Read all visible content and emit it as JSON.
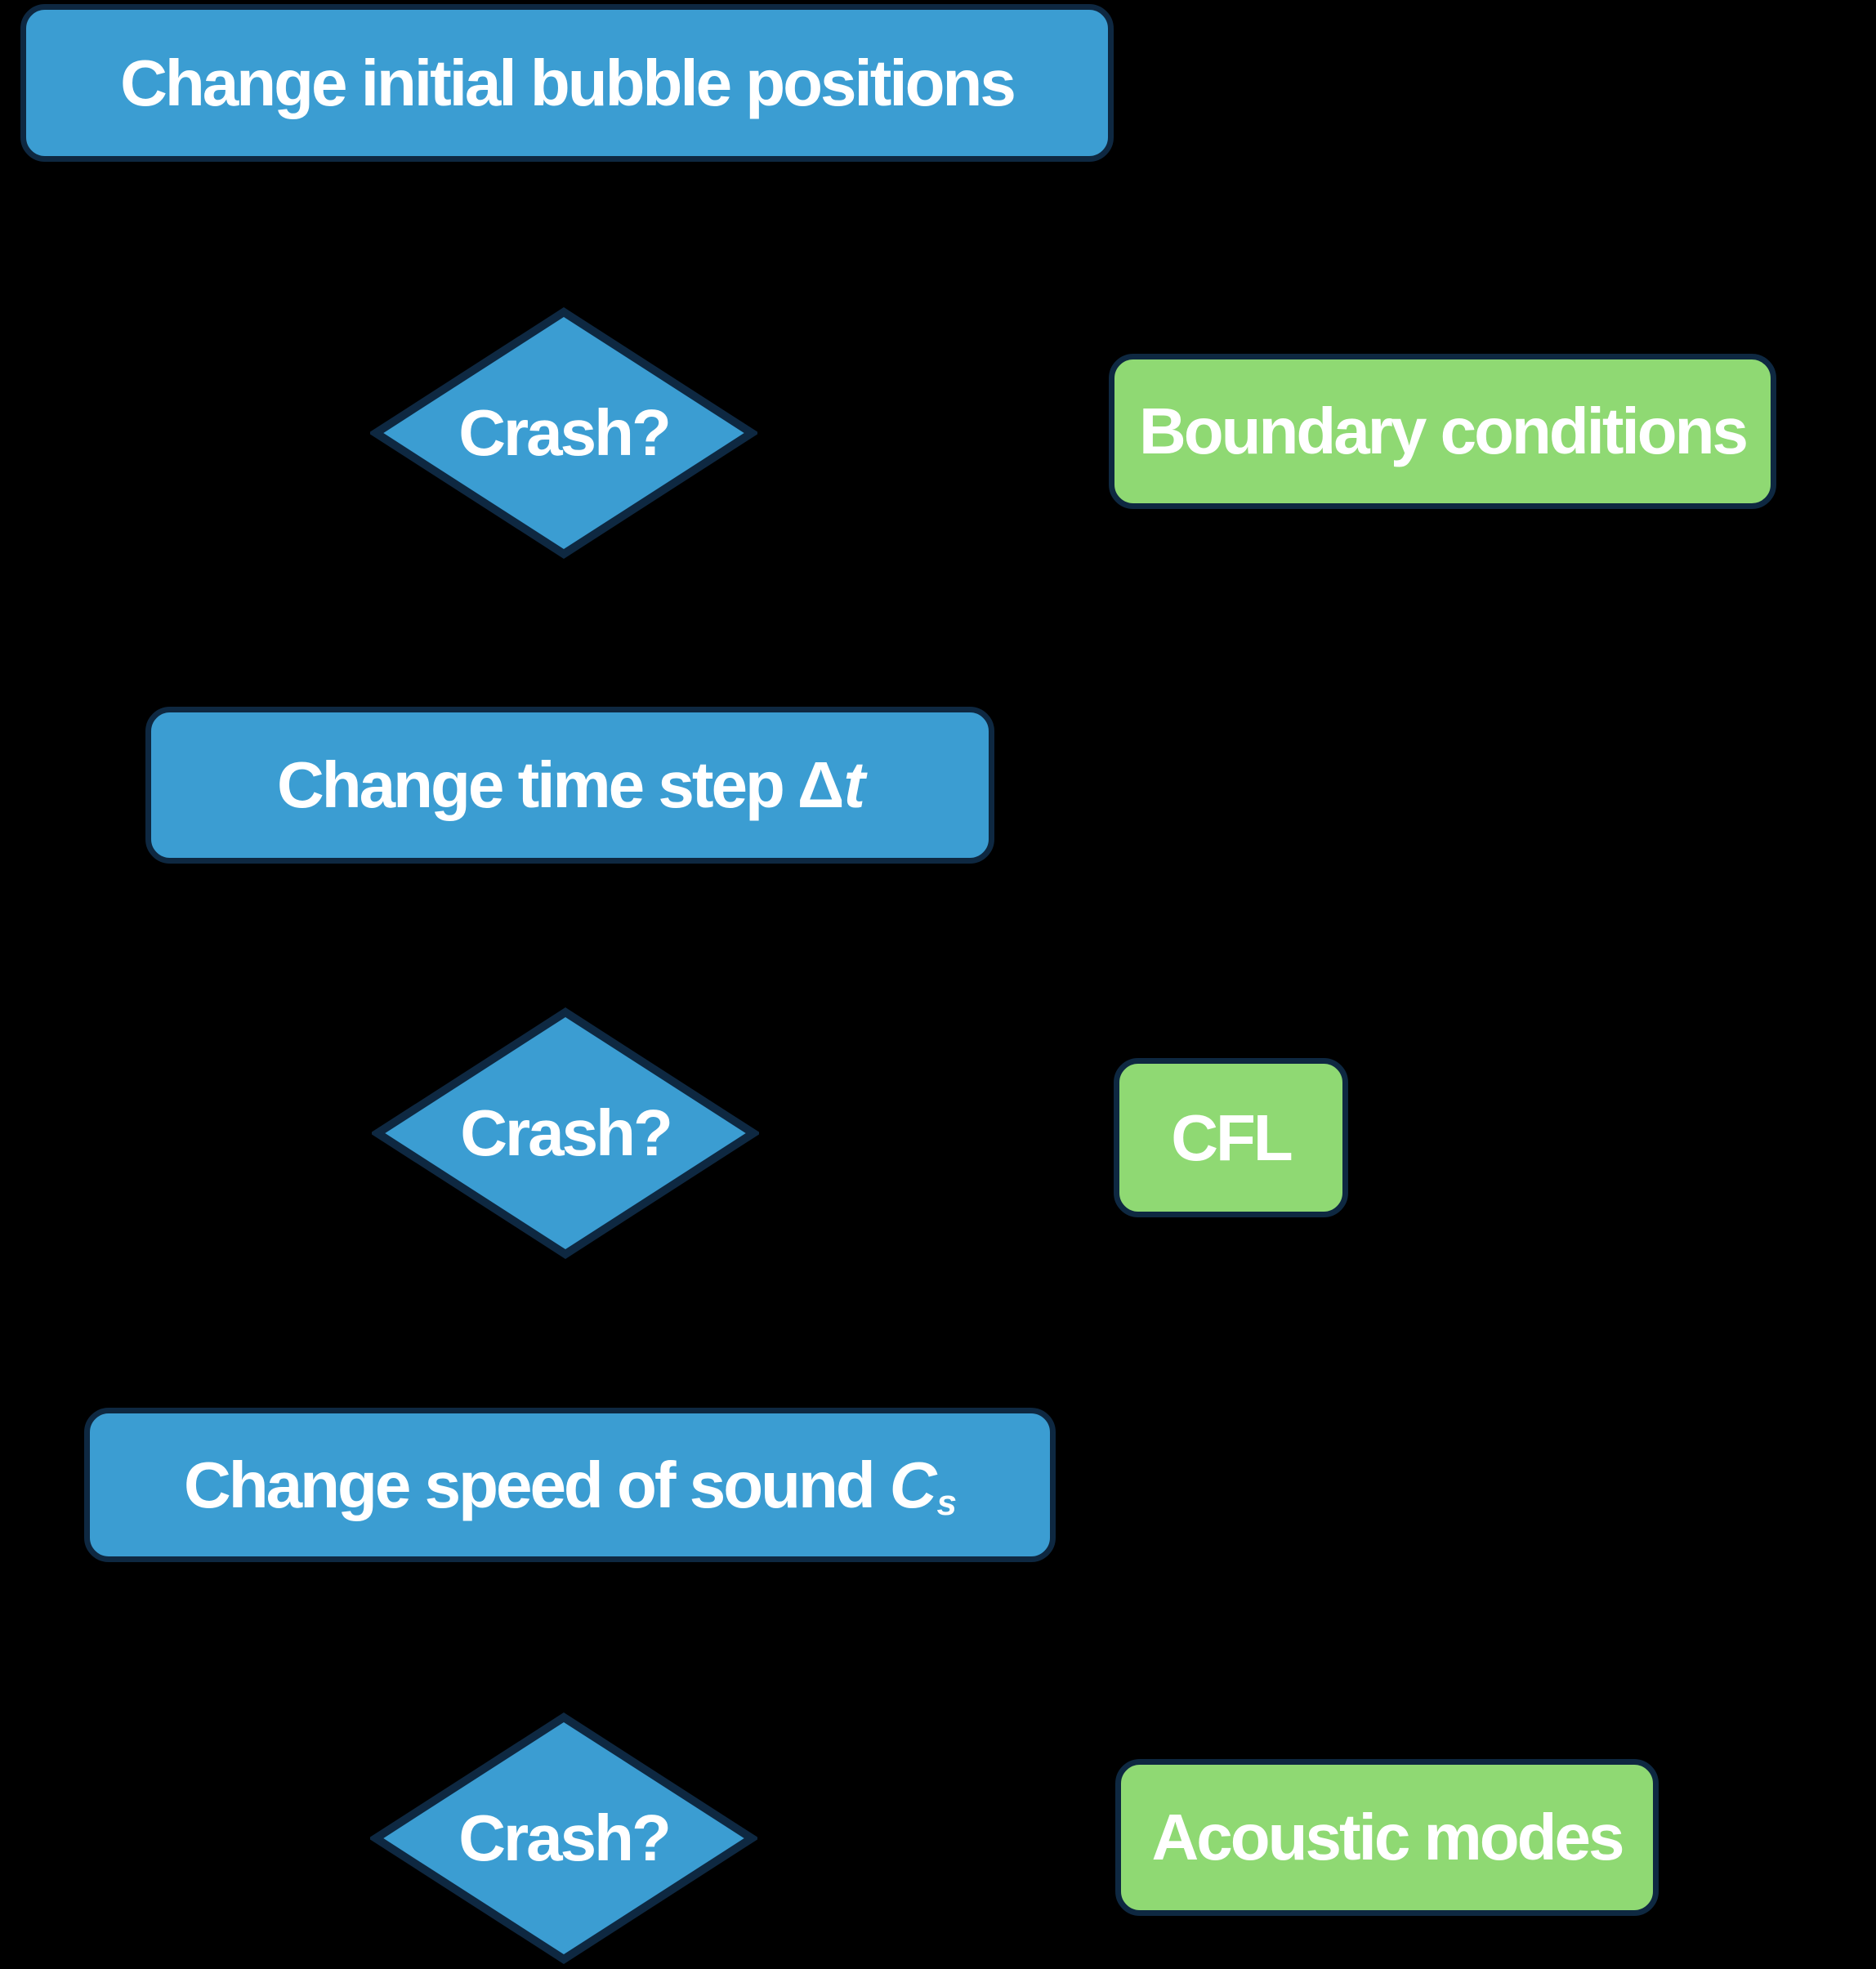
{
  "diagram": {
    "background_color": "#000000",
    "colors": {
      "process_fill": "#3B9DD2",
      "result_fill": "#8FD973",
      "outline": "#0E2841",
      "text": "#FFFFFF",
      "connector": "#000000"
    },
    "nodes": {
      "step1": {
        "type": "process",
        "label": "Change initial bubble positions"
      },
      "decision1": {
        "type": "decision",
        "label": "Crash?"
      },
      "result1": {
        "type": "result",
        "label": "Boundary conditions"
      },
      "step2": {
        "type": "process",
        "text": "Change time step",
        "delta": "Δ",
        "variable": "t"
      },
      "decision2": {
        "type": "decision",
        "label": "Crash?"
      },
      "result2": {
        "type": "result",
        "label": "CFL"
      },
      "step3": {
        "type": "process",
        "text": "Change speed of sound",
        "variable": "C",
        "subscript": "s"
      },
      "decision3": {
        "type": "decision",
        "label": "Crash?"
      },
      "result3": {
        "type": "result",
        "label": "Acoustic modes"
      }
    },
    "connections": [
      {
        "from": "step1",
        "to": "decision1"
      },
      {
        "from": "decision1",
        "to": "result1"
      },
      {
        "from": "decision1",
        "to": "step2"
      },
      {
        "from": "step2",
        "to": "decision2"
      },
      {
        "from": "decision2",
        "to": "result2"
      },
      {
        "from": "decision2",
        "to": "step3"
      },
      {
        "from": "step3",
        "to": "decision3"
      },
      {
        "from": "decision3",
        "to": "result3"
      }
    ]
  }
}
